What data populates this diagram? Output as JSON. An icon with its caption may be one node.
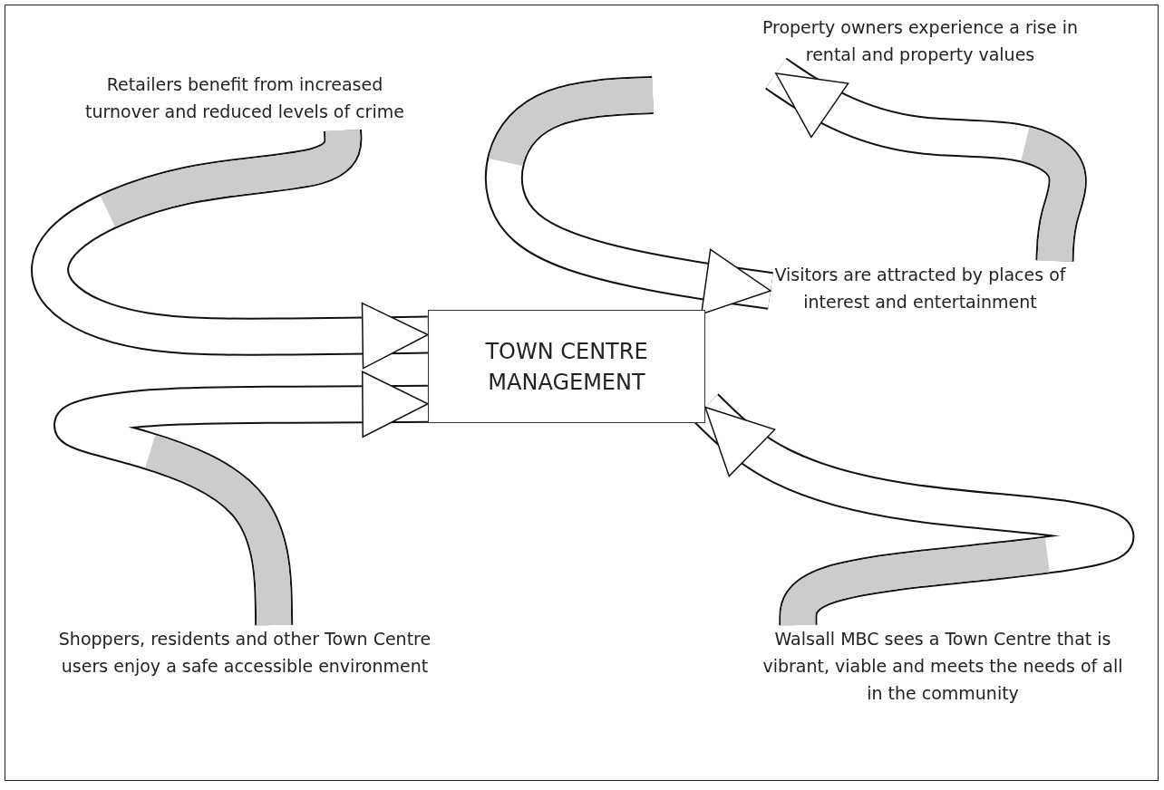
{
  "diagram": {
    "nodes": [
      {
        "text": [
          "Retailers benefit from increased turnover and reduced levels of crime"
        ]
      },
      {
        "text": [
          "Property owners experience a rise in rental and property values"
        ]
      },
      {
        "text": [
          "TOWN CENTRE MANAGEMENT"
        ]
      },
      {
        "text": [
          "Visitors are attracted by places of interest and entertainment"
        ]
      },
      {
        "text": [
          "Shoppers, residents and other Town Centre users enjoy a safe accessible environment"
        ]
      },
      {
        "text": [
          "Walsall MBC sees a Town Centre that is vibrant, viable and meets the needs of all in the community"
        ]
      }
    ],
    "edges": [
      {
        "from": 0,
        "to": 2,
        "arrow": "to"
      },
      {
        "from": 4,
        "to": 2,
        "arrow": "to"
      },
      {
        "from": null,
        "to": 3,
        "arrow": "to"
      },
      {
        "from": 3,
        "to": 1,
        "arrow": "to"
      },
      {
        "from": 5,
        "to": 2,
        "arrow": "to"
      }
    ]
  }
}
